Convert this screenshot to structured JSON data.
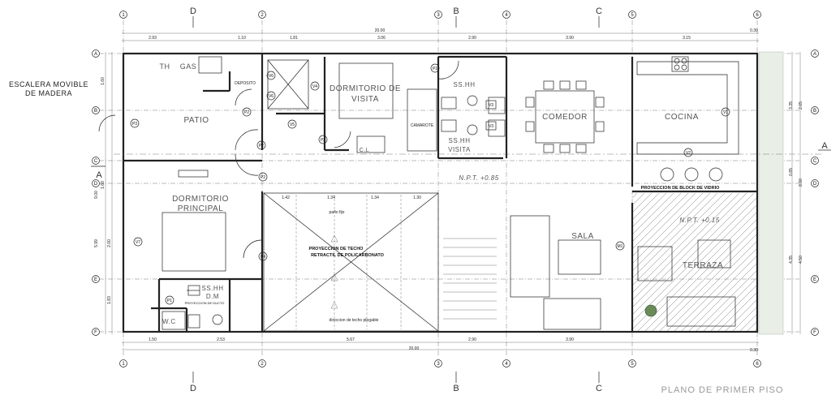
{
  "title": "PLANO DE PRIMER PISO",
  "rooms": {
    "patio": "PATIO",
    "dormitorio_visita_1": "DORMITORIO DE",
    "dormitorio_visita_2": "VISITA",
    "dormitorio_principal_1": "DORMITORIO",
    "dormitorio_principal_2": "PRINCIPAL",
    "comedor": "COMEDOR",
    "cocina": "COCINA",
    "sala": "SALA",
    "terraza": "TERRAZA",
    "sshh_1": "SS.HH",
    "sshh_visita_1": "SS.HH",
    "sshh_visita_2": "VISITA",
    "sshh_dm_1": "SS.HH",
    "sshh_dm_2": "D.M",
    "wc": "W.C",
    "deposito": "DEPOSITO",
    "camarote": "CAMAROTE",
    "cl": "C.L",
    "th": "TH",
    "gas": "GAS"
  },
  "labels": {
    "escalera_1": "ESCALERA MOVIBLE",
    "escalera_2": "DE MADERA",
    "npt_085": "N.P.T. +0.85",
    "npt_015": "N.P.T. +0.15",
    "pano_fijo": "paño fijo",
    "proyeccion_techo_1": "PROYECCION DE TECHO",
    "proyeccion_techo_2": "RETRACTIL DE POLICARBONATO",
    "direccion_techo": "direccion de techo plegable",
    "proyeccion_block": "PROYECCION DE BLOCK DE VIDRIO",
    "proyeccion_ducto": "PROYECCION DE DUCTO"
  },
  "axes": {
    "cols": [
      "1",
      "2",
      "3",
      "4",
      "5",
      "6"
    ],
    "rows": [
      "A",
      "B",
      "C",
      "D",
      "E",
      "F"
    ],
    "sections": [
      "A",
      "B",
      "C",
      "D"
    ]
  },
  "dims": {
    "top": [
      "2.93",
      "1.10",
      "1.81",
      "3.06",
      "2.90",
      "3.90",
      "3.15",
      "0.30"
    ],
    "total": "20.00",
    "bottom": [
      "1.50",
      "2.53",
      "5.67",
      "2.90",
      "3.90",
      "0.30"
    ],
    "left": [
      "1.60",
      "1.60",
      "9.00",
      "5.99",
      "2.00",
      "1.83"
    ],
    "right": [
      "3.35",
      "2.65",
      "0.85",
      "8.00",
      "4.35",
      "4.50"
    ],
    "inner": [
      "1.42",
      "1.34",
      "1.34",
      "1.30"
    ]
  },
  "tags": {
    "p1": "P1",
    "p2": "P2",
    "p3": "P3",
    "p4": "P4",
    "v1": "V1",
    "v2": "V2",
    "v3": "V3",
    "v4": "V4",
    "v5": "V5",
    "v6": "V6",
    "v7": "V7",
    "m1": "M1"
  }
}
